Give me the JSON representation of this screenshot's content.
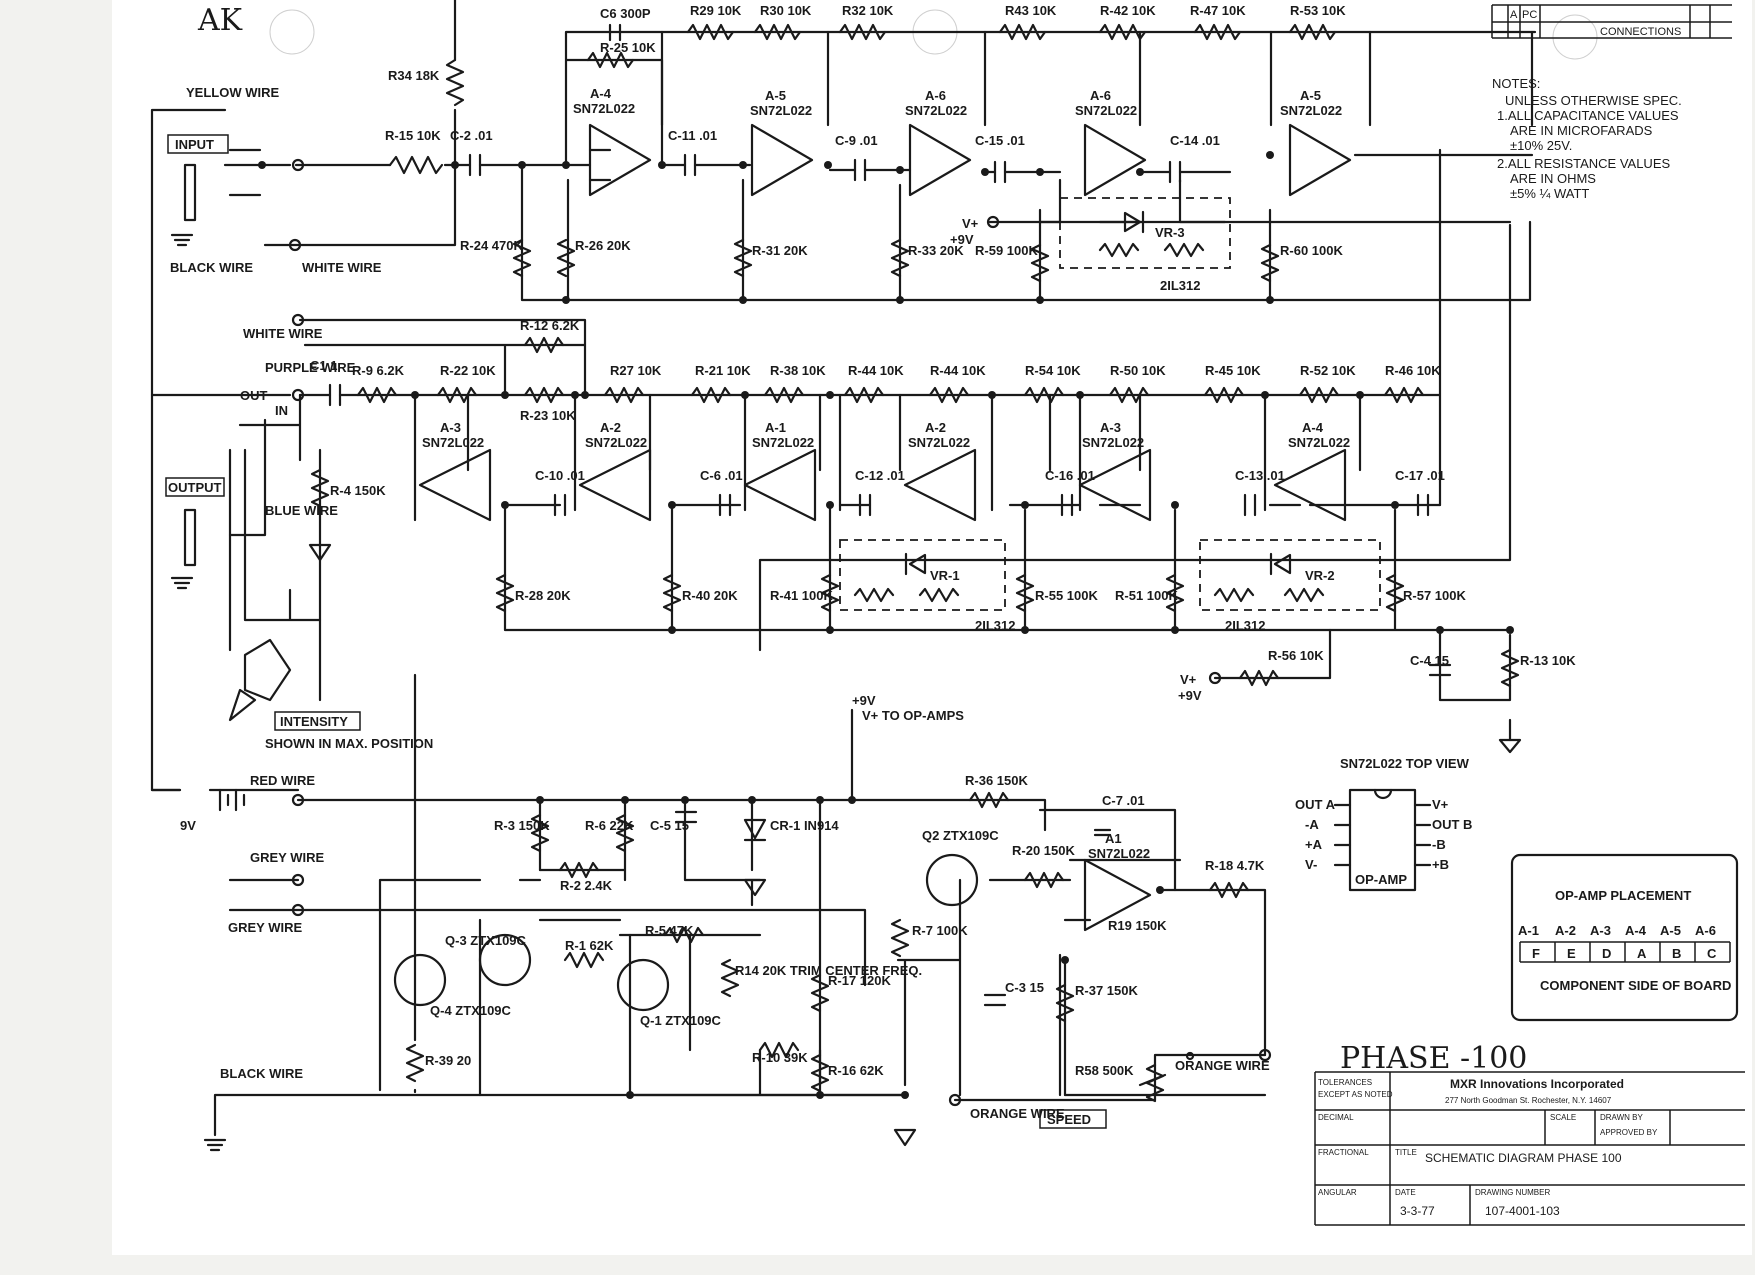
{
  "handwritten_initials": "AK",
  "phase_title": "PHASE -100",
  "notes": {
    "heading": "NOTES:",
    "lines": [
      "UNLESS OTHERWISE SPEC.",
      "1.ALL CAPACITANCE VALUES",
      "ARE IN MICROFARADS",
      "±10% 25V.",
      "2.ALL RESISTANCE VALUES",
      "ARE IN OHMS",
      "±5% ¼ WATT"
    ]
  },
  "wire_labels": {
    "yellow": "YELLOW WIRE",
    "black_top": "BLACK WIRE",
    "white_1": "WHITE WIRE",
    "white_2": "WHITE WIRE",
    "purple": "PURPLE WIRE",
    "blue": "BLUE WIRE",
    "red": "RED WIRE",
    "grey_1": "GREY WIRE",
    "grey_2": "GREY WIRE",
    "black_bottom": "BLACK WIRE",
    "orange_1": "ORANGE WIRE",
    "orange_2": "ORANGE WIRE"
  },
  "jacks": {
    "input": "INPUT",
    "output": "OUTPUT",
    "out": "OUT",
    "in": "IN"
  },
  "switch": {
    "label": "INTENSITY",
    "caption": "SHOWN IN MAX. POSITION"
  },
  "speed": "SPEED",
  "power": {
    "battery": "9V",
    "vplus_1": "V+",
    "vplus_1_val": "+9V",
    "vplus_2": "V+",
    "vplus_2_val": "+9V",
    "vplus_opamps": "V+ TO OP-AMPS",
    "rail": "+9V"
  },
  "opamps": {
    "top": [
      {
        "name": "A-4",
        "part": "SN72L022"
      },
      {
        "name": "A-5",
        "part": "SN72L022"
      },
      {
        "name": "A-6",
        "part": "SN72L022"
      },
      {
        "name": "A-6",
        "part": "SN72L022"
      },
      {
        "name": "A-5",
        "part": "SN72L022"
      }
    ],
    "middle": [
      {
        "name": "A-3",
        "part": "SN72L022"
      },
      {
        "name": "A-2",
        "part": "SN72L022"
      },
      {
        "name": "A-1",
        "part": "SN72L022"
      },
      {
        "name": "A-2",
        "part": "SN72L022"
      },
      {
        "name": "A-3",
        "part": "SN72L022"
      },
      {
        "name": "A-4",
        "part": "SN72L022"
      }
    ],
    "bottom": {
      "name": "A1",
      "part": "SN72L022"
    }
  },
  "components": {
    "C6": "C6 300P",
    "R29": "R29 10K",
    "R30": "R30 10K",
    "R32": "R32 10K",
    "R43": "R43 10K",
    "R42": "R-42 10K",
    "R47": "R-47 10K",
    "R53": "R-53 10K",
    "R25": "R-25 10K",
    "R34": "R34 18K",
    "R15": "R-15 10K",
    "C2": "C-2 .01",
    "C11": "C-11 .01",
    "C9": "C-9 .01",
    "C15": "C-15 .01",
    "C14": "C-14 .01",
    "R24": "R-24 470K",
    "R26": "R-26 20K",
    "R31": "R-31 20K",
    "R33": "R-33 20K",
    "R59": "R-59 100K",
    "R60": "R-60 100K",
    "VR3": "VR-3",
    "IC_top": "2IL312",
    "C1": "C1 1",
    "R9": "R-9 6.2K",
    "R22": "R-22 10K",
    "R12": "R-12 6.2K",
    "R23": "R-23 10K",
    "R27": "R27 10K",
    "R21": "R-21 10K",
    "R38": "R-38 10K",
    "R44a": "R-44 10K",
    "R44b": "R-44 10K",
    "R54": "R-54 10K",
    "R50": "R-50 10K",
    "R45": "R-45 10K",
    "R52": "R-52 10K",
    "R46": "R-46 10K",
    "R4": "R-4 150K",
    "C10": "C-10 .01",
    "C6b": "C-6 .01",
    "C12": "C-12 .01",
    "C16": "C-16 .01",
    "C13": "C-13 .01",
    "C17": "C-17 .01",
    "R28": "R-28 20K",
    "R40": "R-40 20K",
    "R41": "R-41 100K",
    "VR1": "VR-1",
    "R55": "R-55 100K",
    "IC_mid1": "2IL312",
    "R51": "R-51 100K",
    "VR2": "VR-2",
    "R57": "R-57 100K",
    "IC_mid2": "2IL312",
    "R56": "R-56 10K",
    "C4": "C-4 15",
    "R13": "R-13 10K",
    "R36": "R-36 150K",
    "C7": "C-7 .01",
    "R3": "R-3 150K",
    "R6": "R-6 22K",
    "C5": "C-5 15",
    "CR1": "CR-1 IN914",
    "R2": "R-2 2.4K",
    "Q2": "Q2 ZTX109C",
    "R20": "R-20 150K",
    "R18": "R-18 4.7K",
    "R7": "R-7 100K",
    "R19": "R19 150K",
    "Q3": "Q-3 ZTX109C",
    "Q4": "Q-4 ZTX109C",
    "R1": "R-1 62K",
    "R5": "R-5 47K",
    "Q1": "Q-1 ZTX109C",
    "R14": "R14 20K TRIM CENTER FREQ.",
    "R10": "R-10 39K",
    "R17": "R-17 120K",
    "R16": "R-16 62K",
    "C3": "C-3 15",
    "R37": "R-37 150K",
    "R39": "R-39 20",
    "R58": "R58 500K"
  },
  "pinout": {
    "title": "SN72L022 TOP VIEW",
    "left": [
      "OUT A",
      "-A",
      "+A",
      "V-"
    ],
    "right": [
      "V+",
      "OUT B",
      "-B",
      "+B"
    ],
    "caption": "OP-AMP"
  },
  "placement": {
    "title": "OP-AMP PLACEMENT",
    "headers": [
      "A-1",
      "A-2",
      "A-3",
      "A-4",
      "A-5",
      "A-6"
    ],
    "cells": [
      "F",
      "E",
      "D",
      "A",
      "B",
      "C"
    ],
    "caption": "COMPONENT SIDE OF BOARD"
  },
  "title_block": {
    "company": "MXR Innovations Incorporated",
    "address": "277 North Goodman St. Rochester, N.Y. 14607",
    "tolerances": "TOLERANCES",
    "except_noted": "EXCEPT AS NOTED",
    "decimal": "DECIMAL",
    "fractional": "FRACTIONAL",
    "angular": "ANGULAR",
    "scale": "SCALE",
    "drawn_by": "DRAWN BY",
    "approved_by": "APPROVED BY",
    "title_label": "TITLE",
    "title": "SCHEMATIC DIAGRAM PHASE 100",
    "date_label": "DATE",
    "date": "3-3-77",
    "drawing_number_label": "DRAWING NUMBER",
    "drawing_number": "107-4001-103"
  },
  "revision": {
    "col1": "A",
    "col2": "PC",
    "col3": "CONNECTIONS"
  }
}
